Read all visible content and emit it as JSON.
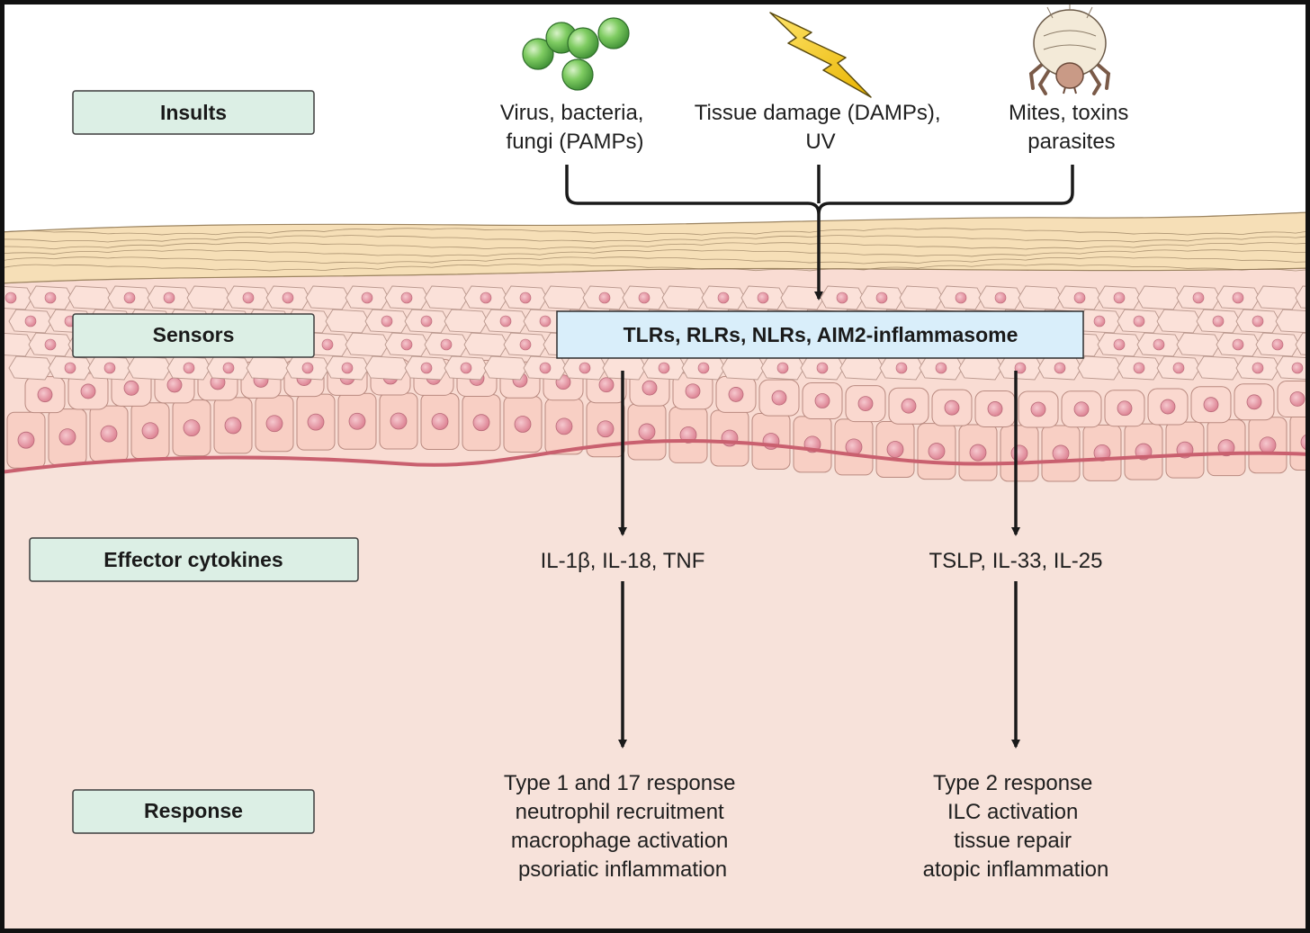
{
  "labels": {
    "insults": "Insults",
    "sensors": "Sensors",
    "effector": "Effector cytokines",
    "response": "Response"
  },
  "insults": {
    "microbes": [
      "Virus, bacteria,",
      "fungi (PAMPs)"
    ],
    "damage": [
      "Tissue damage (DAMPs),",
      "UV"
    ],
    "mites": [
      "Mites, toxins",
      "parasites"
    ]
  },
  "sensors": {
    "text": "TLRs, RLRs, NLRs, AIM2-inflammasome"
  },
  "cytokines": {
    "left": "IL-1β, IL-18, TNF",
    "right": "TSLP, IL-33, IL-25"
  },
  "responses": {
    "left": [
      "Type 1 and 17 response",
      "neutrophil recruitment",
      "macrophage activation",
      "psoriatic inflammation"
    ],
    "right": [
      "Type 2 response",
      "ILC activation",
      "tissue repair",
      "atopic inflammation"
    ]
  },
  "colors": {
    "label_box": "#dcefe5",
    "sensor_box": "#d9eefa",
    "dermis": "#f7e2da",
    "stratum_corneum": "#f6dfb7",
    "cell": "#f8d8cf",
    "nucleus": "#e59aa5",
    "microbe": "#6ec25a"
  }
}
